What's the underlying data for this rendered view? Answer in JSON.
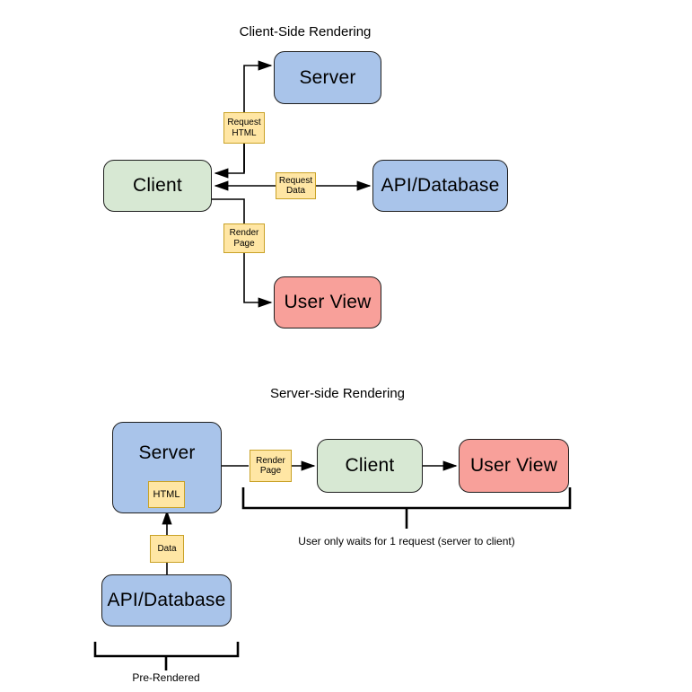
{
  "diagram": {
    "background_color": "#ffffff",
    "palette": {
      "blue": "#a9c4ea",
      "green": "#d7e8d3",
      "red": "#f8a09a",
      "yellow": "#ffe6a4",
      "yellow_border": "#c9a227",
      "stroke": "#1f1f1f"
    }
  },
  "csr": {
    "title": "Client-Side Rendering",
    "nodes": {
      "server": "Server",
      "client": "Client",
      "api": "API/Database",
      "user_view": "User View"
    },
    "edge_labels": {
      "request_html": "Request\nHTML",
      "request_data": "Request\nData",
      "render_page": "Render\nPage"
    }
  },
  "ssr": {
    "title": "Server-side Rendering",
    "nodes": {
      "server": "Server",
      "client": "Client",
      "user_view": "User View",
      "api": "API/Database"
    },
    "edge_labels": {
      "html": "HTML",
      "data": "Data",
      "render_page": "Render\nPage"
    },
    "annotations": {
      "request_note": "User only waits for 1 request (server to client)",
      "pre_rendered": "Pre-Rendered"
    }
  }
}
